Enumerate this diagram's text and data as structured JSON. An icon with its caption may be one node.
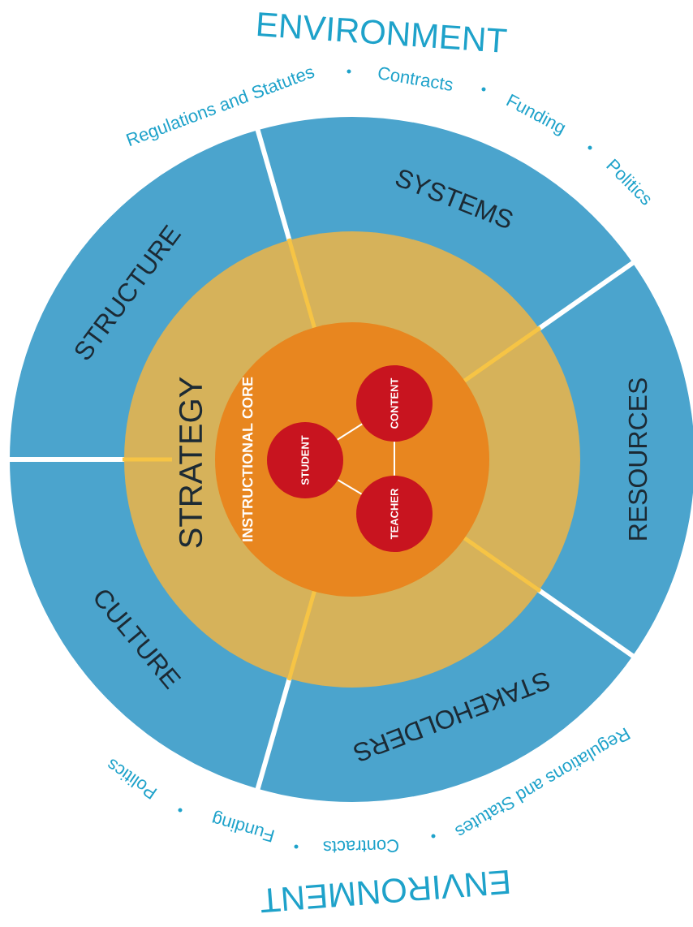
{
  "diagram": {
    "nodes": [
      {
        "text": [
          "STRUCTURE"
        ]
      },
      {
        "text": [
          "SYSTEMS"
        ]
      },
      {
        "text": [
          "RESOURCES"
        ]
      },
      {
        "text": [
          "STAKEHOLDERS"
        ]
      },
      {
        "text": [
          "CULTURE"
        ]
      },
      {
        "text": [
          "STRATEGY"
        ]
      },
      {
        "text": [
          "INSTRUCTIONAL CORE"
        ],
        "in": 5
      },
      {
        "text": [
          "STUDENT"
        ],
        "in": 6
      },
      {
        "text": [
          "CONTENT"
        ],
        "in": 6
      },
      {
        "text": [
          "TEACHER"
        ],
        "in": 6
      }
    ],
    "edges": [
      {
        "from": 7,
        "to": 8,
        "arrow": "none"
      },
      {
        "from": 8,
        "to": 9,
        "arrow": "none"
      },
      {
        "from": 7,
        "to": 9,
        "arrow": "none"
      }
    ],
    "labels": [
      "ENVIRONMENT",
      "Regulations and Statutes",
      "Contracts",
      "Funding",
      "Politics",
      "Regulations and Statutes",
      "Contracts",
      "Funding",
      "Politics",
      "ENVIRONMENT"
    ]
  }
}
